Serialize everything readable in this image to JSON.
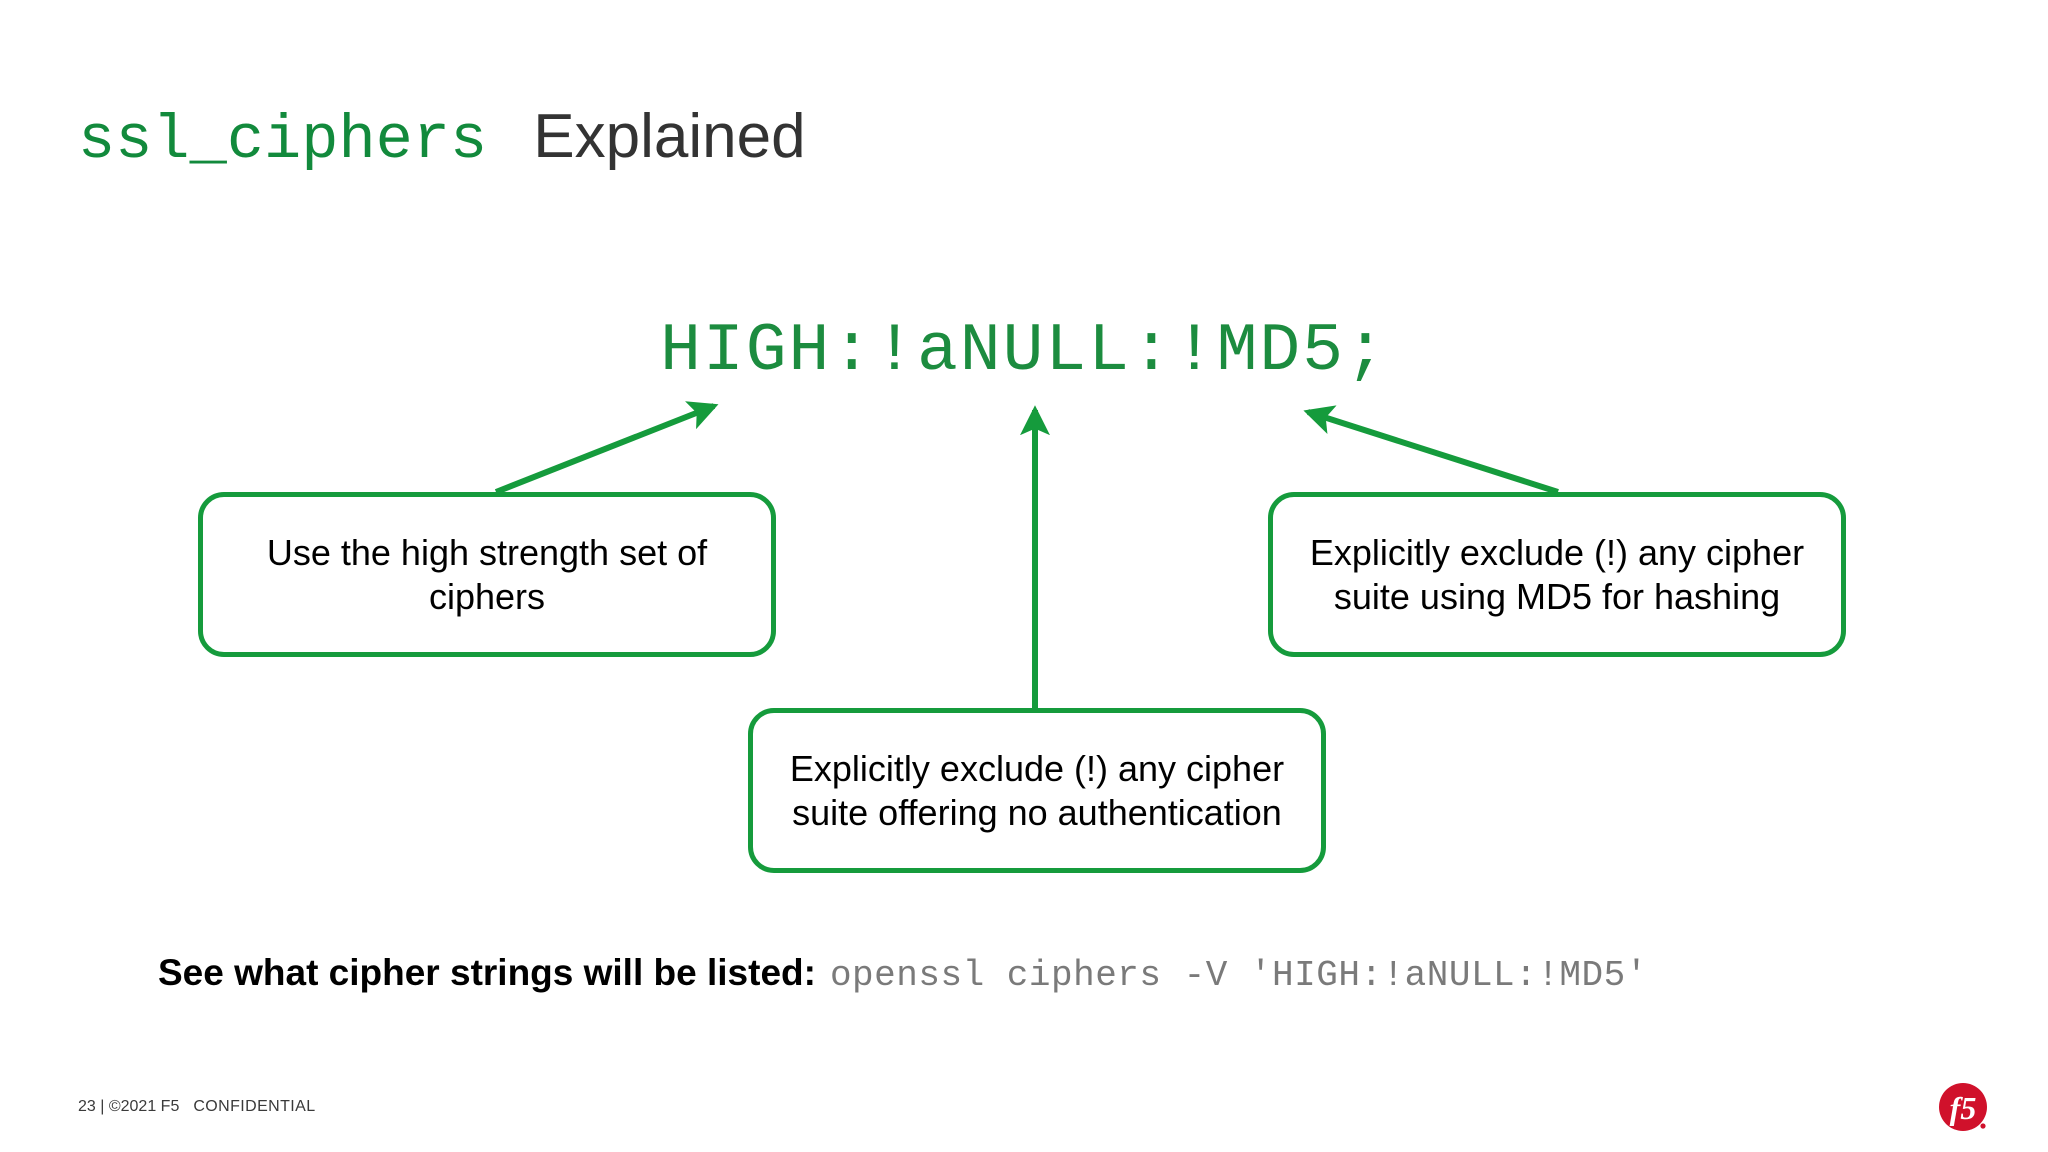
{
  "slide": {
    "background_color": "#ffffff",
    "accent_green": "#159B3C",
    "title_green": "#128A3C",
    "title_dark": "#333333",
    "command_gray": "#7A7A7A",
    "logo_red": "#D0112B"
  },
  "title": {
    "mono_part": "ssl_ciphers",
    "plain_part": "Explained"
  },
  "cipher": {
    "string": "HIGH:!aNULL:!MD5;"
  },
  "callouts": [
    {
      "id": "left",
      "text": "Use the high strength set of ciphers",
      "points_to": "HIGH"
    },
    {
      "id": "center",
      "text": "Explicitly exclude (!) any cipher suite offering no authentication",
      "points_to": "!aNULL"
    },
    {
      "id": "right",
      "text": "Explicitly exclude (!) any cipher suite using MD5 for hashing",
      "points_to": "!MD5"
    }
  ],
  "caption": {
    "label": "See what cipher strings will be listed:",
    "command": "openssl ciphers -V 'HIGH:!aNULL:!MD5'"
  },
  "footer": {
    "copyright": "23 | ©2021 F5",
    "classification": "CONFIDENTIAL"
  },
  "logo": {
    "text": "f5"
  }
}
